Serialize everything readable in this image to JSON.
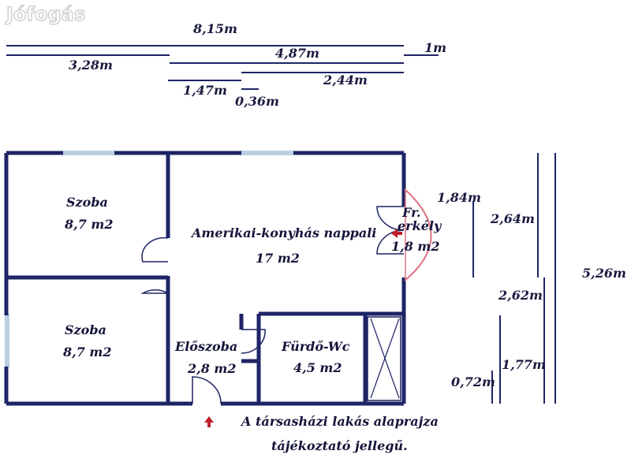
{
  "watermark": {
    "logo": "Jófogás"
  },
  "dimensions": {
    "total_width": "8,15m",
    "width_left": "3,28m",
    "width_right": "4,87m",
    "balcony_depth": "1m",
    "width_a": "1,47m",
    "width_b": "0,36m",
    "width_c": "2,44m",
    "height_a": "1,84m",
    "height_b": "2,64m",
    "height_total": "5,26m",
    "height_c": "2,62m",
    "height_d": "1,77m",
    "height_e": "0,72m"
  },
  "rooms": {
    "room1": {
      "name": "Szoba",
      "area": "8,7 m2"
    },
    "room2": {
      "name": "Szoba",
      "area": "8,7 m2"
    },
    "living": {
      "name": "Amerikai-konyhás nappali",
      "area": "17 m2"
    },
    "balcony": {
      "name_line1": "Fr.",
      "name_line2": "erkély",
      "area": "1,8 m2"
    },
    "hall": {
      "name": "Előszoba",
      "area": "2,8 m2"
    },
    "bath": {
      "name": "Fürdő-Wc",
      "area": "4,5 m2"
    }
  },
  "note": {
    "line1": "A társasházi lakás alaprajza",
    "line2": "tájékoztató jellegű."
  },
  "colors": {
    "wall": "#1e2466",
    "window": "#b8d0e4",
    "arrow": "#c0202a",
    "balcony": "#e07080"
  }
}
